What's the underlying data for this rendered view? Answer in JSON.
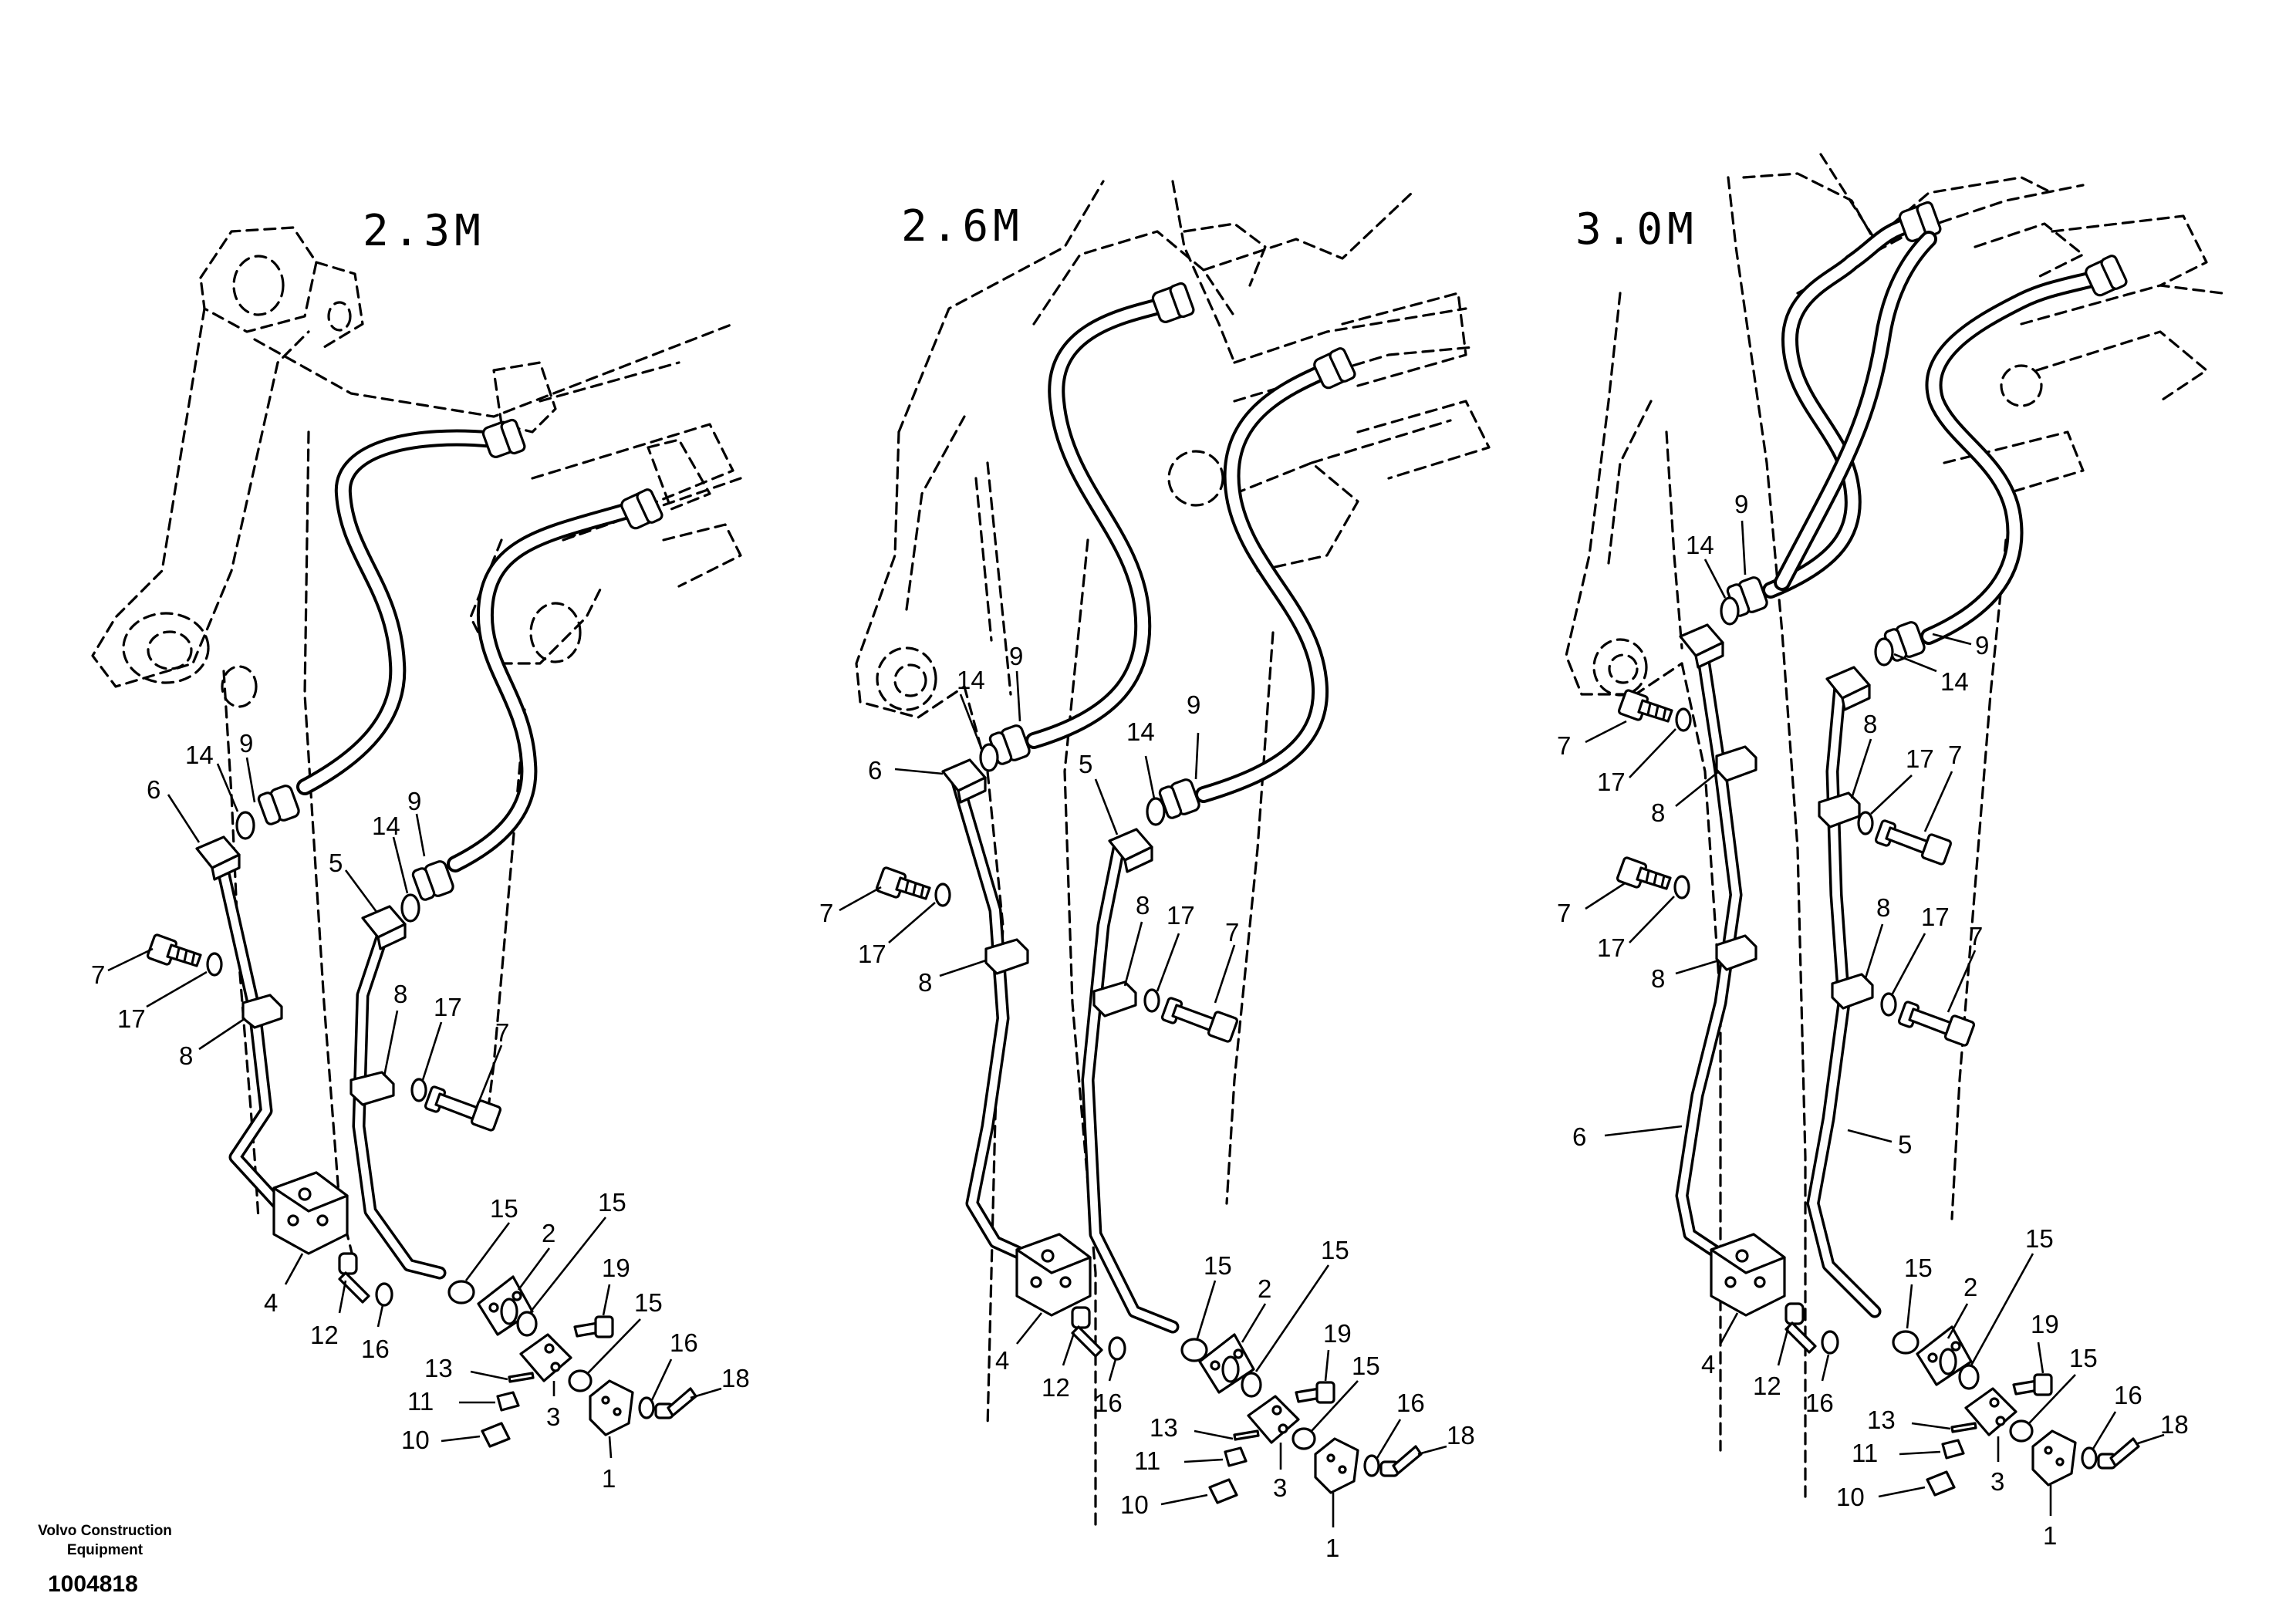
{
  "panels": [
    {
      "title": "2.3M"
    },
    {
      "title": "2.6M"
    },
    {
      "title": "3.0M"
    }
  ],
  "callout_numbers": [
    "1",
    "2",
    "3",
    "4",
    "5",
    "6",
    "7",
    "8",
    "9",
    "10",
    "11",
    "12",
    "13",
    "14",
    "15",
    "16",
    "17",
    "18",
    "19"
  ],
  "footer": {
    "brand_line1": "Volvo Construction",
    "brand_line2": "Equipment",
    "document_number": "1004818"
  },
  "colors": {
    "ink": "#000000",
    "background": "#ffffff"
  }
}
